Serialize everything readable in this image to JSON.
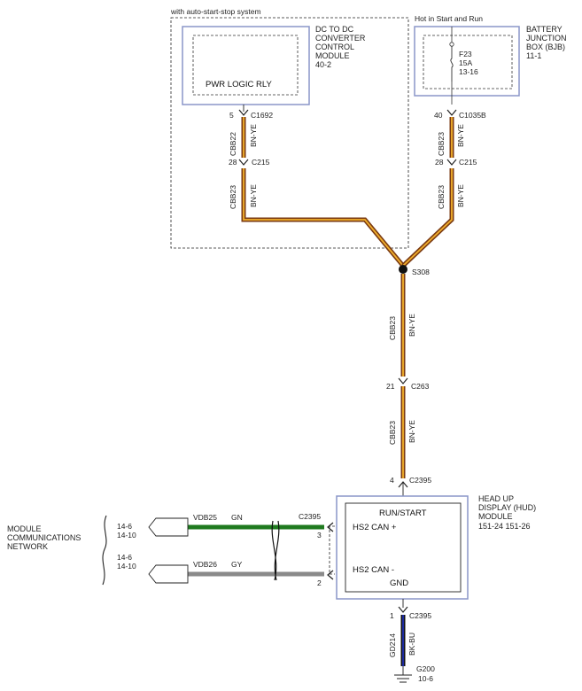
{
  "title_note": "with auto-start-stop system",
  "dcdc": {
    "name_lines": [
      "DC TO DC",
      "CONVERTER",
      "CONTROL",
      "MODULE",
      "40-2"
    ],
    "internal_label": "PWR LOGIC RLY",
    "pin": "5",
    "connector": "C1692"
  },
  "bjb": {
    "hot_label": "Hot in Start and Run",
    "name_lines": [
      "BATTERY",
      "JUNCTION",
      "BOX (BJB)",
      "11-1"
    ],
    "fuse_lines": [
      "F23",
      "15A",
      "13-16"
    ],
    "pin": "40",
    "connector": "C1035B"
  },
  "wires": {
    "left_upper": {
      "circuit": "CBB22",
      "color": "BN-YE"
    },
    "left_lower": {
      "circuit": "CBB23",
      "color": "BN-YE"
    },
    "right_upper": {
      "circuit": "CBB23",
      "color": "BN-YE"
    },
    "right_lower": {
      "circuit": "CBB23",
      "color": "BN-YE"
    },
    "mid_upper": {
      "circuit": "CBB23",
      "color": "BN-YE"
    },
    "mid_lower": {
      "circuit": "CBB23",
      "color": "BN-YE"
    },
    "ground": {
      "circuit": "GD214",
      "color": "BK-BU"
    },
    "can_plus": {
      "circuit": "VDB25",
      "color": "GN"
    },
    "can_minus": {
      "circuit": "VDB26",
      "color": "GY"
    }
  },
  "connectors": {
    "c215_left": {
      "pin": "28",
      "name": "C215"
    },
    "c215_right": {
      "pin": "28",
      "name": "C215"
    },
    "splice": "S308",
    "c263": {
      "pin": "21",
      "name": "C263"
    },
    "c2395_top": {
      "pin": "4",
      "name": "C2395"
    },
    "c2395_can": {
      "name": "C2395",
      "pin_plus": "3",
      "pin_minus": "2"
    },
    "c2395_gnd": {
      "pin": "1",
      "name": "C2395"
    }
  },
  "hud": {
    "name_lines": [
      "HEAD UP",
      "DISPLAY (HUD)",
      "MODULE",
      "151-24  151-26"
    ],
    "run_start": "RUN/START",
    "can_plus": "HS2 CAN +",
    "can_minus": "HS2 CAN -",
    "gnd": "GND"
  },
  "network": {
    "name_lines": [
      "MODULE",
      "COMMUNICATIONS",
      "NETWORK"
    ],
    "ref_plus": [
      "14-6",
      "14-10"
    ],
    "ref_minus": [
      "14-6",
      "14-10"
    ]
  },
  "ground": {
    "name": "G200",
    "ref": "10-6"
  },
  "colors": {
    "brown": "#7a3a12",
    "yellow": "#f2b02c",
    "green": "#1f7a1f",
    "gray": "#8a8a8a",
    "black": "#111111",
    "blue": "#2030b0",
    "box": "#8a96c8"
  }
}
